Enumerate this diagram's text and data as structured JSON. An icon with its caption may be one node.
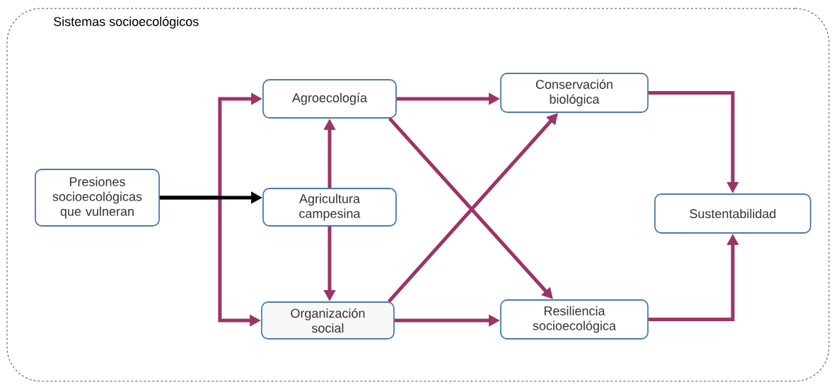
{
  "diagram": {
    "nodes": [
      {
        "text": [
          "Sistemas socioecológicos"
        ]
      },
      {
        "text": [
          "Presiones socioecológicas que vulneran"
        ],
        "in": 0
      },
      {
        "text": [
          "Agroecología"
        ],
        "in": 0
      },
      {
        "text": [
          "Agricultura campesina"
        ],
        "in": 0
      },
      {
        "text": [
          "Organización social"
        ],
        "in": 0
      },
      {
        "text": [
          "Conservación biológica"
        ],
        "in": 0
      },
      {
        "text": [
          "Resiliencia socioecológica"
        ],
        "in": 0
      },
      {
        "text": [
          "Sustentabilidad"
        ],
        "in": 0
      }
    ],
    "edges": [
      {
        "from": 1,
        "to": 3,
        "arrow": "to",
        "color": "#000000"
      },
      {
        "from": 1,
        "to": 2,
        "arrow": "to"
      },
      {
        "from": 1,
        "to": 4,
        "arrow": "to"
      },
      {
        "from": 3,
        "to": 2,
        "arrow": "to"
      },
      {
        "from": 3,
        "to": 4,
        "arrow": "to"
      },
      {
        "from": 2,
        "to": 5,
        "arrow": "to"
      },
      {
        "from": 2,
        "to": 6,
        "arrow": "to"
      },
      {
        "from": 4,
        "to": 5,
        "arrow": "to"
      },
      {
        "from": 4,
        "to": 6,
        "arrow": "to"
      },
      {
        "from": 5,
        "to": 7,
        "arrow": "to"
      },
      {
        "from": 6,
        "to": 7,
        "arrow": "to"
      }
    ]
  }
}
